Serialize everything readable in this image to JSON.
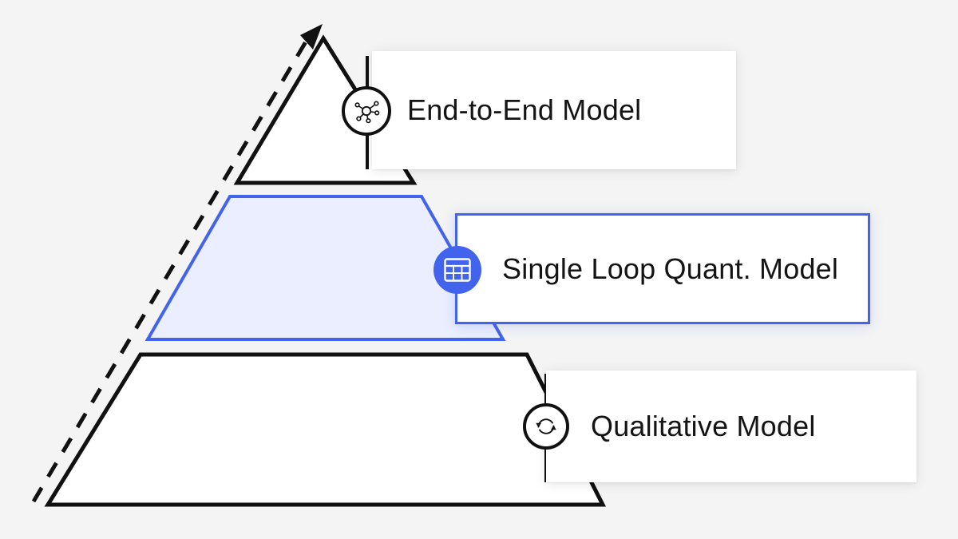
{
  "diagram": {
    "title_present": false,
    "background_color": "#f4f4f4",
    "accent_color": "#4263eb",
    "outline_color": "#111111",
    "highlight_fill": "#eaeeff",
    "growth_arrow": {
      "name": "maturity-arrow",
      "style": "dashed",
      "direction": "upward"
    },
    "layers": [
      {
        "id": "end-to-end",
        "shape": "triangle-apex",
        "label": "End-to-End Model",
        "icon": "network-nodes-icon",
        "highlighted": false,
        "fill": "#ffffff",
        "stroke": "#111111"
      },
      {
        "id": "single-loop",
        "shape": "trapezoid-middle",
        "label": "Single Loop Quant. Model",
        "icon": "table-grid-icon",
        "highlighted": true,
        "fill": "#eaeeff",
        "stroke": "#4263eb"
      },
      {
        "id": "qualitative",
        "shape": "trapezoid-base",
        "label": "Qualitative Model",
        "icon": "refresh-loop-icon",
        "highlighted": false,
        "fill": "#ffffff",
        "stroke": "#111111"
      }
    ]
  }
}
